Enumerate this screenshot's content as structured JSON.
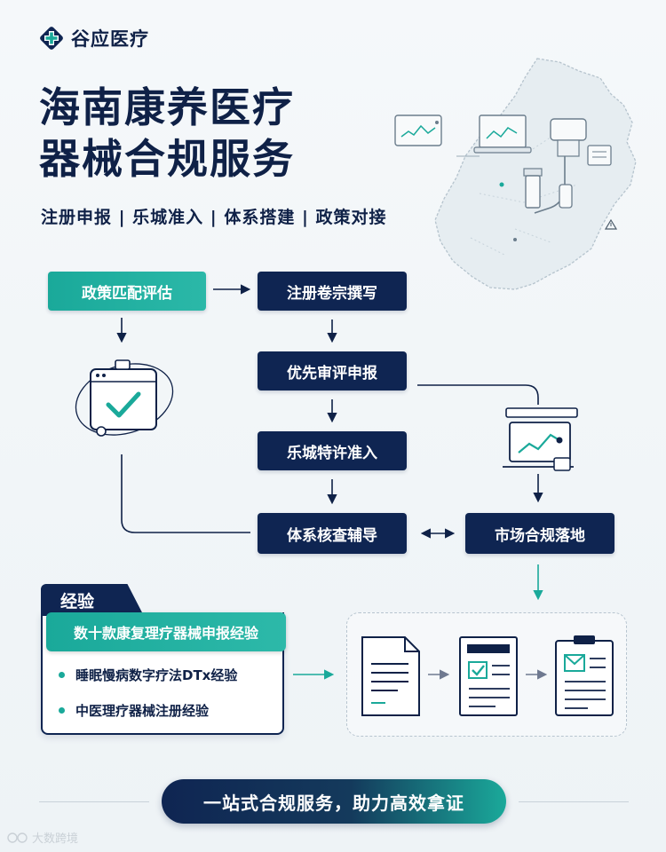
{
  "brand": {
    "name": "谷应医疗",
    "logo_icon": "medical-cross-icon"
  },
  "title_lines": [
    "海南康养医疗",
    "器械合规服务"
  ],
  "subtitle": "注册申报 | 乐城准入 | 体系搭建 | 政策对接",
  "flow": {
    "policy_match": "政策匹配评估",
    "dossier_writing": "注册卷宗撰写",
    "priority_review": "优先审评申报",
    "lecheng_access": "乐城特许准入",
    "system_guidance": "体系核查辅导",
    "market_landing": "市场合规落地"
  },
  "experience": {
    "tab_label": "经验",
    "headline": "数十款康复理疗器械申报经验",
    "items": [
      "睡眠慢病数字疗法DTx经验",
      "中医理疗器械注册经验"
    ]
  },
  "slogan": "一站式合规服务，助力高效拿证",
  "watermark": "大数跨境",
  "colors": {
    "navy": "#0f2552",
    "teal": "#1aa99a"
  }
}
